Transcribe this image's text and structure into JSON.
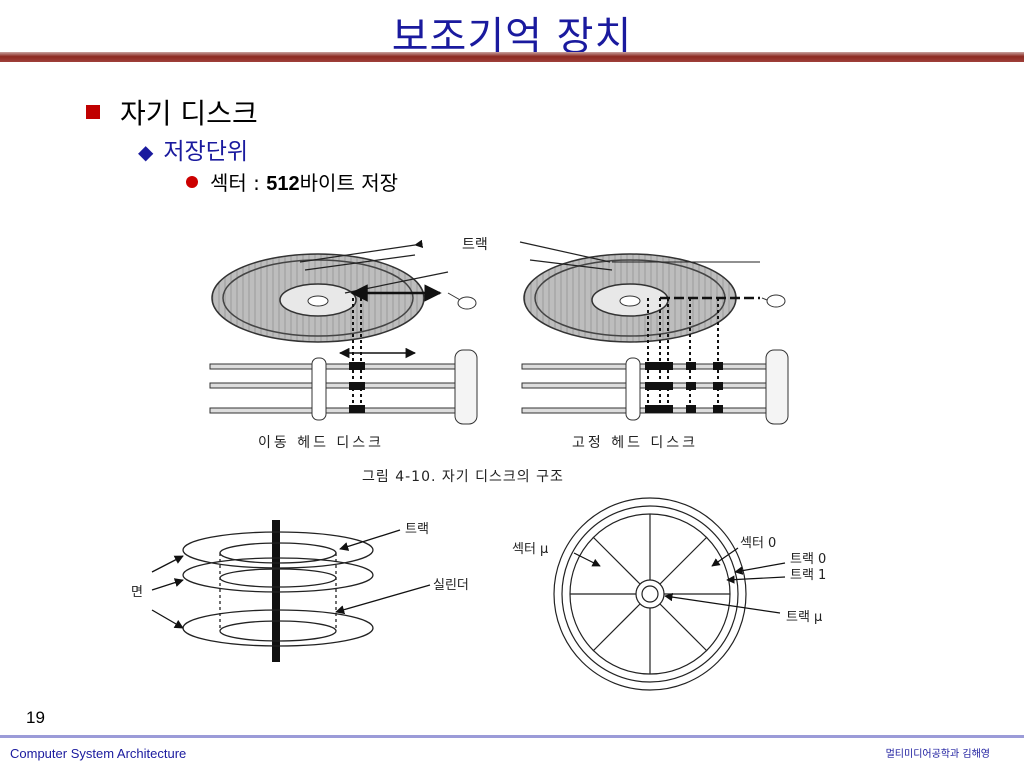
{
  "slide": {
    "title": "보조기억 장치",
    "bullet1": "자기 디스크",
    "bullet2": "저장단위",
    "bullet3_prefix": "섹터 : ",
    "bullet3_num": "512",
    "bullet3_suffix": "바이트 저장",
    "page_number": "19"
  },
  "figure1": {
    "track_label": "트랙",
    "left_caption": "이동 헤드 디스크",
    "right_caption": "고정 헤드 디스크",
    "figure_caption": "그림 4-10. 자기 디스크의 구조"
  },
  "figure2": {
    "surface_label": "면",
    "track_label": "트랙",
    "cylinder_label": "실린더",
    "sector_mu_label": "섹터 μ",
    "sector0_label": "섹터 0",
    "track0_label": "트랙 0",
    "track1_label": "트랙 1",
    "track_mu_label": "트랙 μ"
  },
  "footer": {
    "left": "Computer System Architecture",
    "right": "멀티미디어공학과 김해영"
  },
  "colors": {
    "title": "#1a1a9e",
    "title_bar": "#8c2a22",
    "bullet1_marker": "#c00000",
    "bullet3_marker": "#cc0000",
    "footer_line": "#9b9bd8"
  },
  "icons": {
    "bullet1": "red-square",
    "bullet2": "diamond",
    "bullet3": "red-circle"
  }
}
